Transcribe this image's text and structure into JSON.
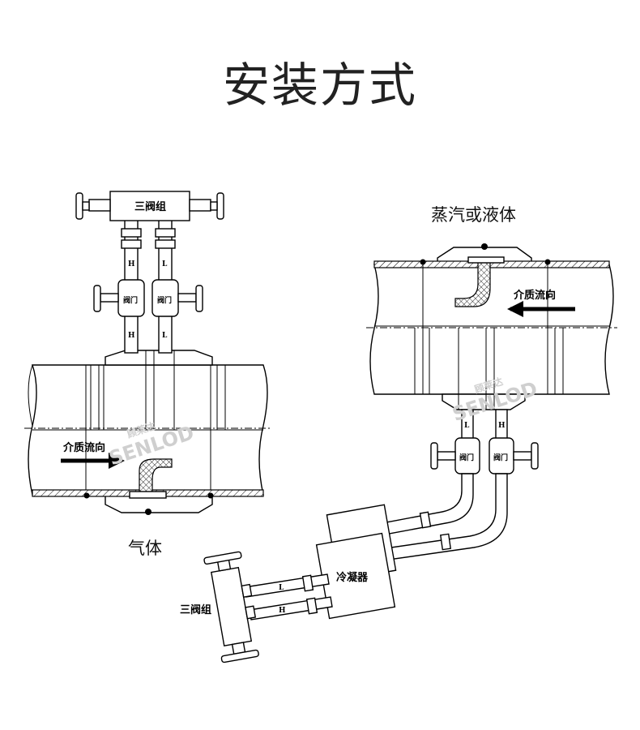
{
  "title": "安装方式",
  "left": {
    "manifold_label": "三阀组",
    "valve_label": "阀门",
    "h_label": "H",
    "l_label": "L",
    "flow_label": "介质流向",
    "medium_label": "气体"
  },
  "right": {
    "medium_label": "蒸汽或液体",
    "flow_label": "介质流向",
    "valve_label": "阀门",
    "h_label": "H",
    "l_label": "L",
    "condenser_label": "冷凝器",
    "manifold_label": "三阀组"
  },
  "watermark": {
    "brand_cn": "顾莱达",
    "brand_en": "SENLOD"
  }
}
